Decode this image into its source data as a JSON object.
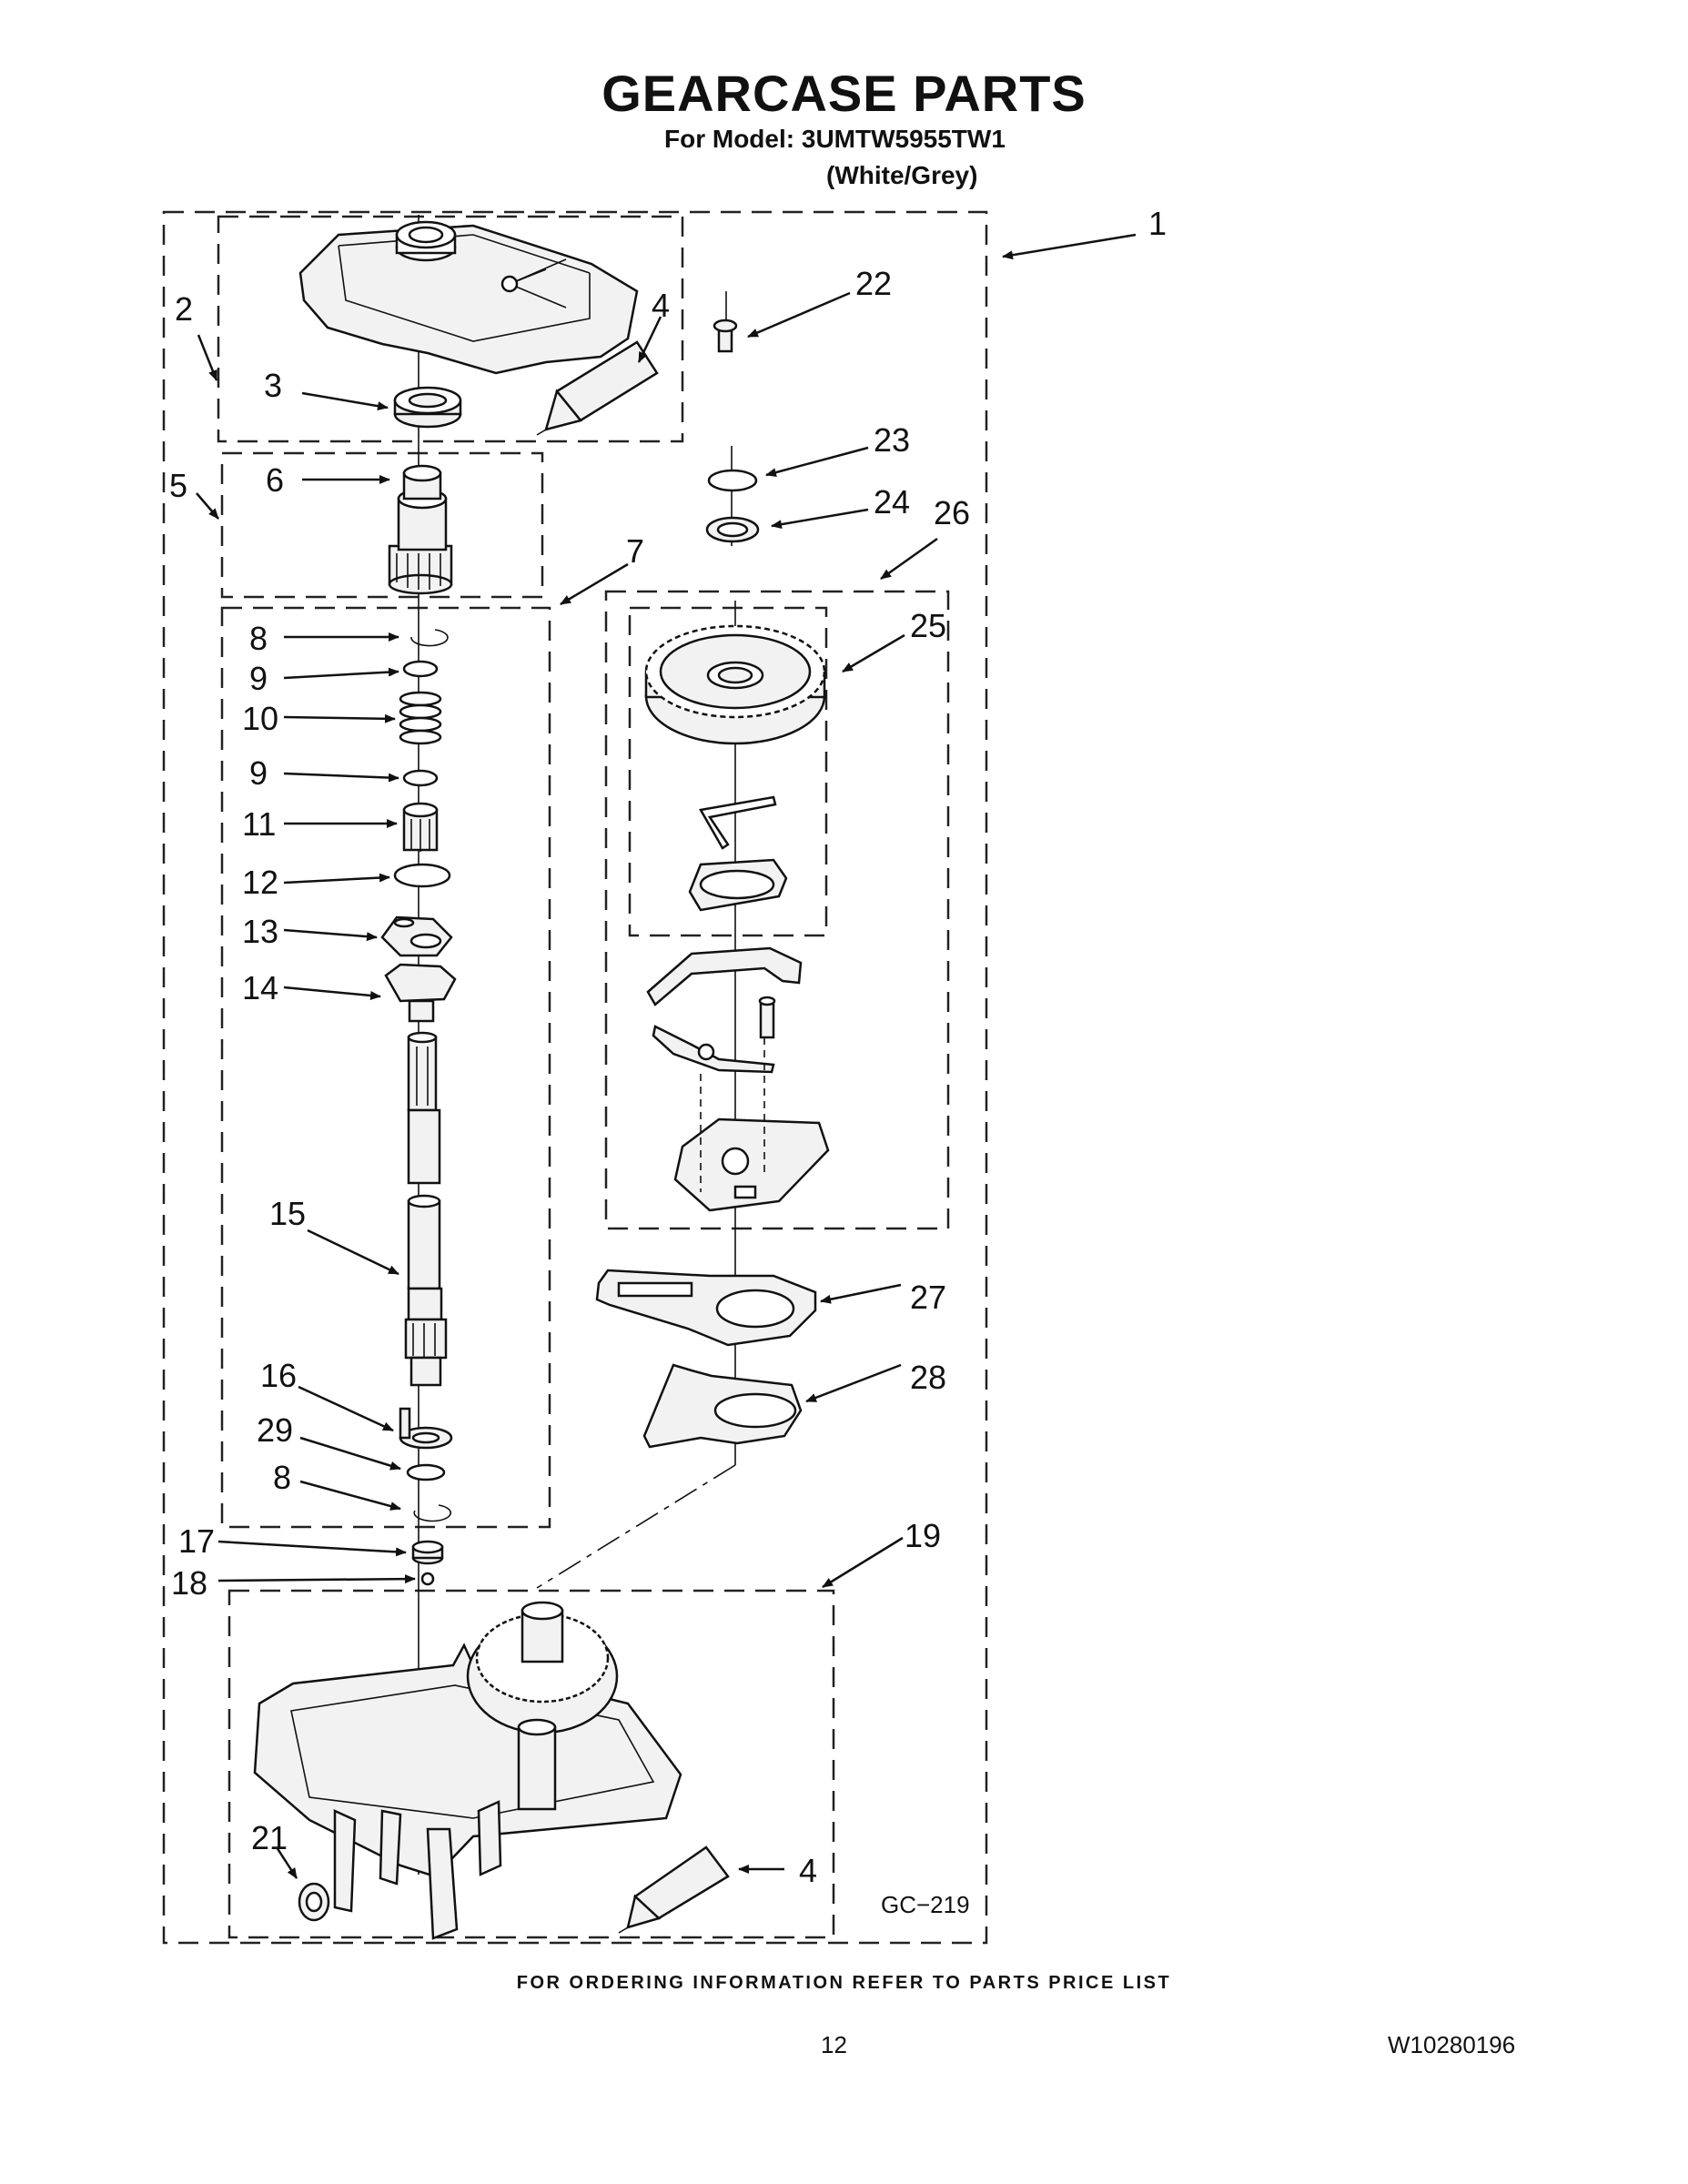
{
  "header": {
    "title": "GEARCASE PARTS",
    "model_line": "For Model: 3UMTW5955TW1",
    "color_line": "(White/Grey)"
  },
  "callouts": [
    {
      "id": "c1",
      "label": "1"
    },
    {
      "id": "c2",
      "label": "2"
    },
    {
      "id": "c3",
      "label": "3"
    },
    {
      "id": "c4a",
      "label": "4"
    },
    {
      "id": "c5",
      "label": "5"
    },
    {
      "id": "c6",
      "label": "6"
    },
    {
      "id": "c7",
      "label": "7"
    },
    {
      "id": "c8a",
      "label": "8"
    },
    {
      "id": "c9a",
      "label": "9"
    },
    {
      "id": "c10",
      "label": "10"
    },
    {
      "id": "c9b",
      "label": "9"
    },
    {
      "id": "c11",
      "label": "11"
    },
    {
      "id": "c12",
      "label": "12"
    },
    {
      "id": "c13",
      "label": "13"
    },
    {
      "id": "c14",
      "label": "14"
    },
    {
      "id": "c15",
      "label": "15"
    },
    {
      "id": "c16",
      "label": "16"
    },
    {
      "id": "c29",
      "label": "29"
    },
    {
      "id": "c8b",
      "label": "8"
    },
    {
      "id": "c17",
      "label": "17"
    },
    {
      "id": "c18",
      "label": "18"
    },
    {
      "id": "c19",
      "label": "19"
    },
    {
      "id": "c21",
      "label": "21"
    },
    {
      "id": "c4b",
      "label": "4"
    },
    {
      "id": "c22",
      "label": "22"
    },
    {
      "id": "c23",
      "label": "23"
    },
    {
      "id": "c24",
      "label": "24"
    },
    {
      "id": "c26",
      "label": "26"
    },
    {
      "id": "c25",
      "label": "25"
    },
    {
      "id": "c27",
      "label": "27"
    },
    {
      "id": "c28",
      "label": "28"
    }
  ],
  "diagram_code": "GC−219",
  "footer": {
    "ordering_note": "FOR ORDERING INFORMATION REFER TO PARTS PRICE LIST",
    "page_number": "12",
    "document_number": "W10280196"
  }
}
